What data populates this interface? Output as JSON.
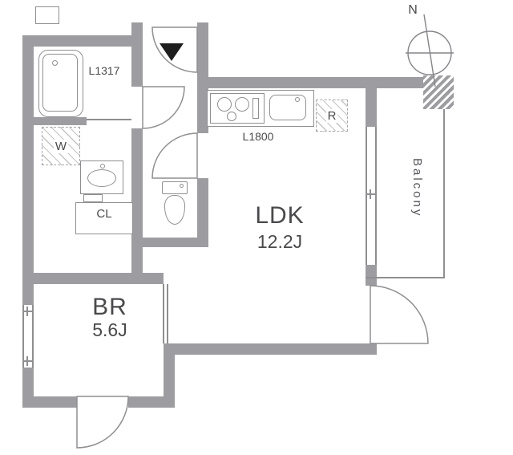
{
  "compass": {
    "north_label": "N"
  },
  "rooms": {
    "ldk": {
      "name": "LDK",
      "size": "12.2J"
    },
    "bedroom": {
      "name": "BR",
      "size": "5.6J"
    },
    "balcony": {
      "name": "Balcony"
    },
    "closet": {
      "label": "CL"
    }
  },
  "fixtures": {
    "unit_bath": {
      "label": "L1317"
    },
    "kitchen_counter": {
      "label": "L1800"
    },
    "washer_space": {
      "label": "W"
    },
    "refrigerator_space": {
      "label": "R"
    }
  },
  "colors": {
    "wall": "#9d9da1",
    "line": "#8f8f92",
    "text": "#4a4a4c",
    "entrance_marker": "#1e1e1e"
  }
}
